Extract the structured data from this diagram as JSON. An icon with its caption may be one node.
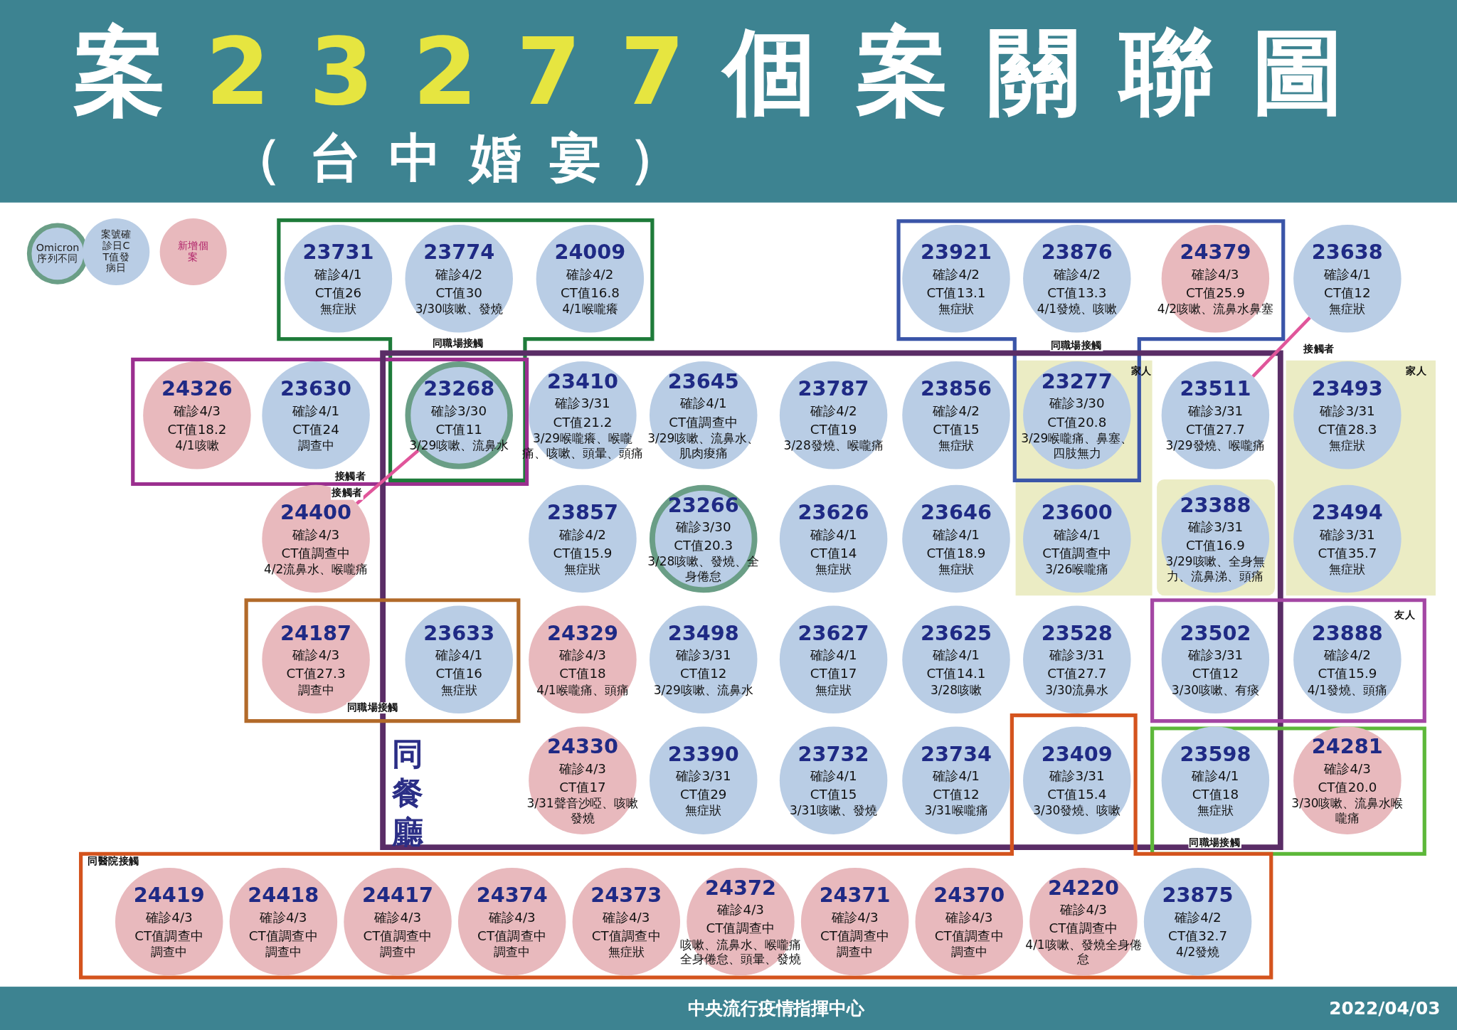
{
  "diagram": {
    "title": "案23277個案關聯圖",
    "nodes": [
      {
        "text": [
          "同職場接觸"
        ]
      },
      {
        "text": [
          "23731",
          "確診4/1",
          "CT值26",
          "無症狀"
        ],
        "in": 0
      },
      {
        "text": [
          "23774",
          "確診4/2",
          "CT值30",
          "3/30咳嗽、發燒"
        ],
        "in": 0
      },
      {
        "text": [
          "24009",
          "確診4/2",
          "CT值16.8",
          "4/1喉嚨癢"
        ],
        "in": 0
      },
      {
        "text": [
          "同職場接觸"
        ]
      },
      {
        "text": [
          "23921",
          "確診4/2",
          "CT值13.1",
          "無症狀"
        ],
        "in": 4
      },
      {
        "text": [
          "23876",
          "確診4/2",
          "CT值13.3",
          "4/1發燒、咳嗽"
        ],
        "in": 4
      },
      {
        "text": [
          "24379",
          "確診4/3",
          "CT值25.9",
          "4/2咳嗽、流鼻水鼻塞"
        ],
        "in": 4
      },
      {
        "text": [
          "23638",
          "確診4/1",
          "CT值12",
          "無症狀"
        ]
      },
      {
        "text": [
          "接觸者"
        ]
      },
      {
        "text": [
          "24326",
          "確診4/3",
          "CT值18.2",
          "4/1咳嗽"
        ],
        "in": 9
      },
      {
        "text": [
          "23630",
          "確診4/1",
          "CT值24",
          "調查中"
        ],
        "in": 9
      },
      {
        "text": [
          "同餐廳"
        ]
      },
      {
        "text": [
          "23268",
          "確診3/30",
          "CT值11",
          "3/29咳嗽、流鼻水"
        ]
      },
      {
        "text": [
          "23410",
          "確診3/31",
          "CT值21.2",
          "3/29喉嚨癢、喉嚨痛、咳嗽、頭暈、頭痛"
        ],
        "in": 12
      },
      {
        "text": [
          "23645",
          "確診4/1",
          "CT值調查中",
          "3/29咳嗽、流鼻水、肌肉痠痛"
        ],
        "in": 12
      },
      {
        "text": [
          "23787",
          "確診4/2",
          "CT值19",
          "3/28發燒、喉嚨痛"
        ],
        "in": 12
      },
      {
        "text": [
          "23856",
          "確診4/2",
          "CT值15",
          "無症狀"
        ],
        "in": 12
      },
      {
        "text": [
          "家人"
        ],
        "in": 12
      },
      {
        "text": [
          "23277",
          "確診3/30",
          "CT值20.8",
          "3/29喉嚨痛、鼻塞、四肢無力"
        ]
      },
      {
        "text": [
          "23511",
          "確診3/31",
          "CT值27.7",
          "3/29發燒、喉嚨痛"
        ],
        "in": 12
      },
      {
        "text": [
          "家人"
        ]
      },
      {
        "text": [
          "23493",
          "確診3/31",
          "CT值28.3",
          "無症狀"
        ],
        "in": 21
      },
      {
        "text": [
          "24400",
          "確診4/3",
          "CT值調查中",
          "4/2流鼻水、喉嚨痛"
        ]
      },
      {
        "text": [
          "23857",
          "確診4/2",
          "CT值15.9",
          "無症狀"
        ],
        "in": 12
      },
      {
        "text": [
          "23266",
          "確診3/30",
          "CT值20.3",
          "3/28咳嗽、發燒、全身倦怠"
        ],
        "in": 12
      },
      {
        "text": [
          "23626",
          "確診4/1",
          "CT值14",
          "無症狀"
        ],
        "in": 12
      },
      {
        "text": [
          "23646",
          "確診4/1",
          "CT值18.9",
          "無症狀"
        ],
        "in": 12
      },
      {
        "text": [
          "23600",
          "確診4/1",
          "CT值調查中",
          "3/26喉嚨痛"
        ],
        "in": 18
      },
      {
        "text": [],
        "shape": "box",
        "in": 12
      },
      {
        "text": [
          "23388",
          "確診3/31",
          "CT值16.9",
          "3/29咳嗽、全身無力、流鼻涕、頭痛"
        ],
        "in": 29
      },
      {
        "text": [
          "23494",
          "確診3/31",
          "CT值35.7",
          "無症狀"
        ],
        "in": 21
      },
      {
        "text": [
          "同職場接觸"
        ]
      },
      {
        "text": [
          "24187",
          "確診4/3",
          "CT值27.3",
          "調查中"
        ],
        "in": 32
      },
      {
        "text": [
          "23633",
          "確診4/1",
          "CT值16",
          "無症狀"
        ]
      },
      {
        "text": [
          "24329",
          "確診4/3",
          "CT值18",
          "4/1喉嚨痛、頭痛"
        ],
        "in": 12
      },
      {
        "text": [
          "23498",
          "確診3/31",
          "CT值12",
          "3/29咳嗽、流鼻水"
        ],
        "in": 12
      },
      {
        "text": [
          "23627",
          "確診4/1",
          "CT值17",
          "無症狀"
        ],
        "in": 12
      },
      {
        "text": [
          "23625",
          "確診4/1",
          "CT值14.1",
          "3/28咳嗽"
        ],
        "in": 12
      },
      {
        "text": [
          "23528",
          "確診3/31",
          "CT值27.7",
          "3/30流鼻水"
        ],
        "in": 12
      },
      {
        "text": [
          "友人"
        ]
      },
      {
        "text": [
          "23502",
          "確診3/31",
          "CT值12",
          "3/30咳嗽、有痰"
        ]
      },
      {
        "text": [
          "23888",
          "確診4/2",
          "CT值15.9",
          "4/1發燒、頭痛"
        ],
        "in": 40
      },
      {
        "text": [
          "24330",
          "確診4/3",
          "CT值17",
          "3/31聲音沙啞、咳嗽發燒"
        ],
        "in": 12
      },
      {
        "text": [
          "23390",
          "確診3/31",
          "CT值29",
          "無症狀"
        ],
        "in": 12
      },
      {
        "text": [
          "23732",
          "確診4/1",
          "CT值15",
          "3/31咳嗽、發燒"
        ],
        "in": 12
      },
      {
        "text": [
          "23734",
          "確診4/1",
          "CT值12",
          "3/31喉嚨痛"
        ],
        "in": 12
      },
      {
        "text": [
          "23409",
          "確診3/31",
          "CT值15.4",
          "3/30發燒、咳嗽"
        ]
      },
      {
        "text": [
          "同職場接觸"
        ]
      },
      {
        "text": [
          "23598",
          "確診4/1",
          "CT值18",
          "無症狀"
        ]
      },
      {
        "text": [
          "24281",
          "確診4/3",
          "CT值20.0",
          "3/30咳嗽、流鼻水喉嚨痛"
        ],
        "in": 48
      },
      {
        "text": [
          "同醫院接觸"
        ]
      },
      {
        "text": [
          "24419",
          "確診4/3",
          "CT值調查中",
          "調查中"
        ],
        "in": 51
      },
      {
        "text": [
          "24418",
          "確診4/3",
          "CT值調查中",
          "調查中"
        ],
        "in": 51
      },
      {
        "text": [
          "24417",
          "確診4/3",
          "CT值調查中",
          "調查中"
        ],
        "in": 51
      },
      {
        "text": [
          "24374",
          "確診4/3",
          "CT值調查中",
          "調查中"
        ],
        "in": 51
      },
      {
        "text": [
          "24373",
          "確診4/3",
          "CT值調查中",
          "無症狀"
        ],
        "in": 51
      },
      {
        "text": [
          "24372",
          "確診4/3",
          "CT值調查中",
          "咳嗽、流鼻水、喉嚨痛全身倦怠、頭暈、發燒"
        ],
        "in": 51
      },
      {
        "text": [
          "24371",
          "確診4/3",
          "CT值調查中",
          "調查中"
        ],
        "in": 51
      },
      {
        "text": [
          "24370",
          "確診4/3",
          "CT值調查中",
          "調查中"
        ],
        "in": 51
      },
      {
        "text": [
          "24220",
          "確診4/3",
          "CT值調查中",
          "4/1咳嗽、發燒全身倦怠"
        ],
        "in": 51
      },
      {
        "text": [
          "23875",
          "確診4/2",
          "CT值32.7",
          "4/2發燒"
        ],
        "in": 51
      }
    ],
    "edges": [
      {
        "from": 13,
        "to": 23,
        "arrow": "none",
        "label": "接觸者",
        "color": "#e0559a"
      },
      {
        "from": 8,
        "to": 20,
        "arrow": "none",
        "label": "接觸者",
        "color": "#e0559a"
      }
    ],
    "labels": [
      "（台中婚宴）",
      "中央流行疫情指揮中心",
      "2022/04/03"
    ],
    "legend": [
      {
        "text": "Omicron 序列不同"
      },
      {
        "text": "案號確診日CT值發病日",
        "color": "#b9cde5"
      },
      {
        "text": "新增個案",
        "color": "#e8b9bd"
      }
    ]
  }
}
